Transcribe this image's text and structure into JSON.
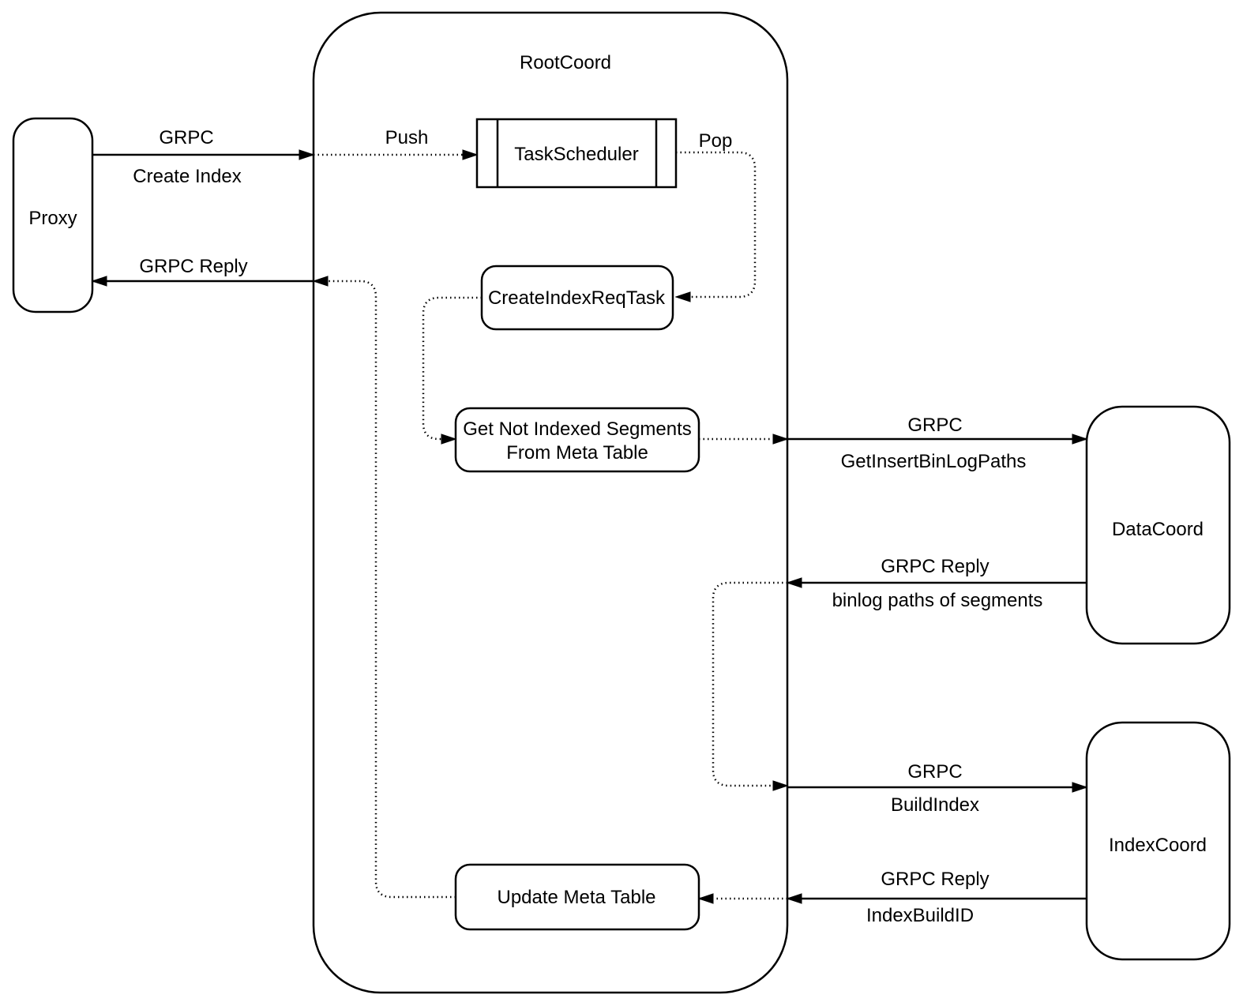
{
  "diagram": {
    "nodes": {
      "proxy": {
        "label": "Proxy"
      },
      "root_coord": {
        "label": "RootCoord"
      },
      "task_scheduler": {
        "label": "TaskScheduler"
      },
      "create_index_req_task": {
        "label": "CreateIndexReqTask"
      },
      "get_not_indexed_segments": {
        "line1": "Get Not Indexed Segments",
        "line2": "From Meta Table"
      },
      "update_meta_table": {
        "label": "Update Meta Table"
      },
      "data_coord": {
        "label": "DataCoord"
      },
      "index_coord": {
        "label": "IndexCoord"
      }
    },
    "edges": {
      "grpc_create_index": {
        "label": "GRPC",
        "sublabel": "Create Index"
      },
      "push": {
        "label": "Push"
      },
      "pop": {
        "label": "Pop"
      },
      "grpc_reply_to_proxy": {
        "label": "GRPC Reply"
      },
      "grpc_get_insert_binlog_paths": {
        "label": "GRPC",
        "sublabel": "GetInsertBinLogPaths"
      },
      "grpc_reply_binlog_paths": {
        "label": "GRPC Reply",
        "sublabel": "binlog paths of segments"
      },
      "grpc_build_index": {
        "label": "GRPC",
        "sublabel": "BuildIndex"
      },
      "grpc_reply_index_build_id": {
        "label": "GRPC Reply",
        "sublabel": "IndexBuildID"
      }
    },
    "colors": {
      "stroke": "#000000",
      "text": "#000000",
      "background": "#ffffff"
    }
  }
}
